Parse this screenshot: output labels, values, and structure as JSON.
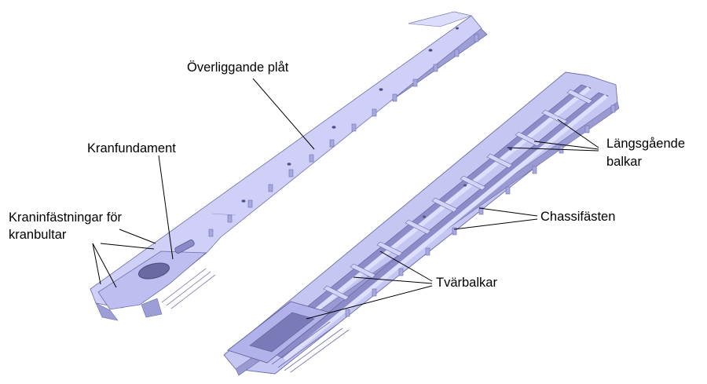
{
  "labels": {
    "overlying_plate": "Överliggande plåt",
    "crane_foundation": "Kranfundament",
    "crane_mounts_line1": "Kraninfästningar för",
    "crane_mounts_line2": "kranbultar",
    "longitudinal_beams_line1": "Längsgående",
    "longitudinal_beams_line2": "balkar",
    "chassis_mounts": "Chassifästen",
    "cross_beams": "Tvärbalkar"
  },
  "colors": {
    "part_face": "#c9c9f4",
    "part_top": "#d6d6fb",
    "part_side": "#9e9ed6",
    "part_edge": "#6e6ea8",
    "leader": "#000000"
  }
}
